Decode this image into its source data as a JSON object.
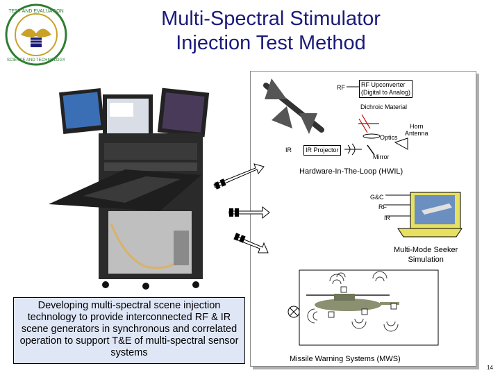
{
  "title": {
    "line1": "Multi-Spectral Stimulator",
    "line2": "Injection Test Method"
  },
  "logo": {
    "text": "TEST AND EVALUATION SCIENCE AND TECHNOLOGY"
  },
  "hwil": {
    "rf_label": "RF",
    "rf_upconverter_line1": "RF Upconverter",
    "rf_upconverter_line2": "(Digital to Analog)",
    "dichroic": "Dichroic Material",
    "optics": "Optics",
    "horn_line1": "Horn",
    "horn_line2": "Antenna",
    "ir_label": "IR",
    "ir_projector": "IR Projector",
    "mirror": "Mirror",
    "heading": "Hardware-In-The-Loop (HWIL)"
  },
  "seeker": {
    "gc": "G&C",
    "rf": "RF",
    "ir": "IR",
    "title_line1": "Multi-Mode Seeker",
    "title_line2": "Simulation"
  },
  "mws": {
    "heading": "Missile Warning Systems (MWS)"
  },
  "caption": "Developing multi-spectral scene injection technology to provide interconnected RF & IR scene generators in synchronous and correlated operation to support T&E of multi-spectral sensor systems",
  "page_number": "14",
  "colors": {
    "title": "#1a1a7a",
    "caption_bg": "#dfe6f6",
    "logo_green": "#2e7d32",
    "logo_gold": "#c9a227"
  }
}
